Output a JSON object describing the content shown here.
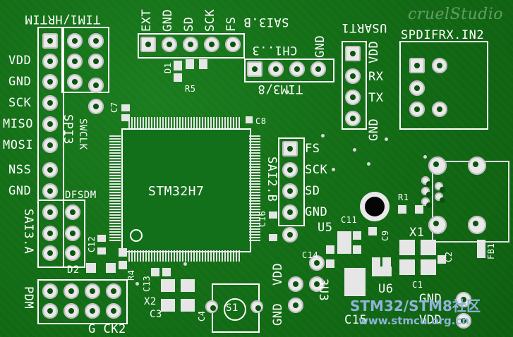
{
  "board": {
    "mcu_label": "STM32H7",
    "header_labels": {
      "tim1_hrtim": "TIM1/HRTIM",
      "vdd": "VDD",
      "gnd": "GND",
      "sck": "SCK",
      "miso": "MISO",
      "mosi": "MOSI",
      "nss": "NSS",
      "gnd2": "GND",
      "sai3a": "SAI3.A",
      "pdm": "PDM",
      "dfsdm": "DFSDM",
      "spi3": "SPI3",
      "swclk": "SWCLK",
      "ext": "EXT",
      "gnd_top": "GND",
      "sd_top": "SD",
      "sck_top": "SCK",
      "fs_top": "FS",
      "sai3b": "SAI3.B",
      "ch1_3": "CH1..3",
      "tim3_8": "TIM3/8",
      "gnd_tim": "GND",
      "usart1": "USART1",
      "u_vdd": "VDD",
      "u_rx": "RX",
      "u_tx": "TX",
      "u_gnd": "GND",
      "spdifrx": "SPDIFRX.IN2",
      "cruel_logo": "cruelStudio",
      "sai2b": "SAI2.B",
      "fs2": "FS",
      "sck2": "SCK",
      "sd2": "SD",
      "gnd3": "GND",
      "u5": "U5",
      "u6": "U6",
      "x1": "X1",
      "x2": "X2",
      "r1": "R1",
      "r4": "R4",
      "r5": "R5",
      "d1": "D1",
      "d2": "D2",
      "c1": "C1",
      "c2": "C2",
      "c3": "C3",
      "c4": "C4",
      "c7": "C7",
      "c8": "C8",
      "c9": "C9",
      "c11": "C11",
      "c12": "C12",
      "c13": "C13",
      "c14": "C14",
      "c15": "C15",
      "c16": "C16",
      "fb1": "FB1",
      "s1": "S1",
      "v3u3": "3U3",
      "gnd_bot": "GND",
      "vdd_bot": "VDD",
      "gnd_bot2": "GND",
      "vdd_bot2": "VDD",
      "gck2": "G CK2"
    },
    "watermark": {
      "line1": "STM32/STM8社区",
      "line2": "www.stmcu.org.cn"
    }
  }
}
